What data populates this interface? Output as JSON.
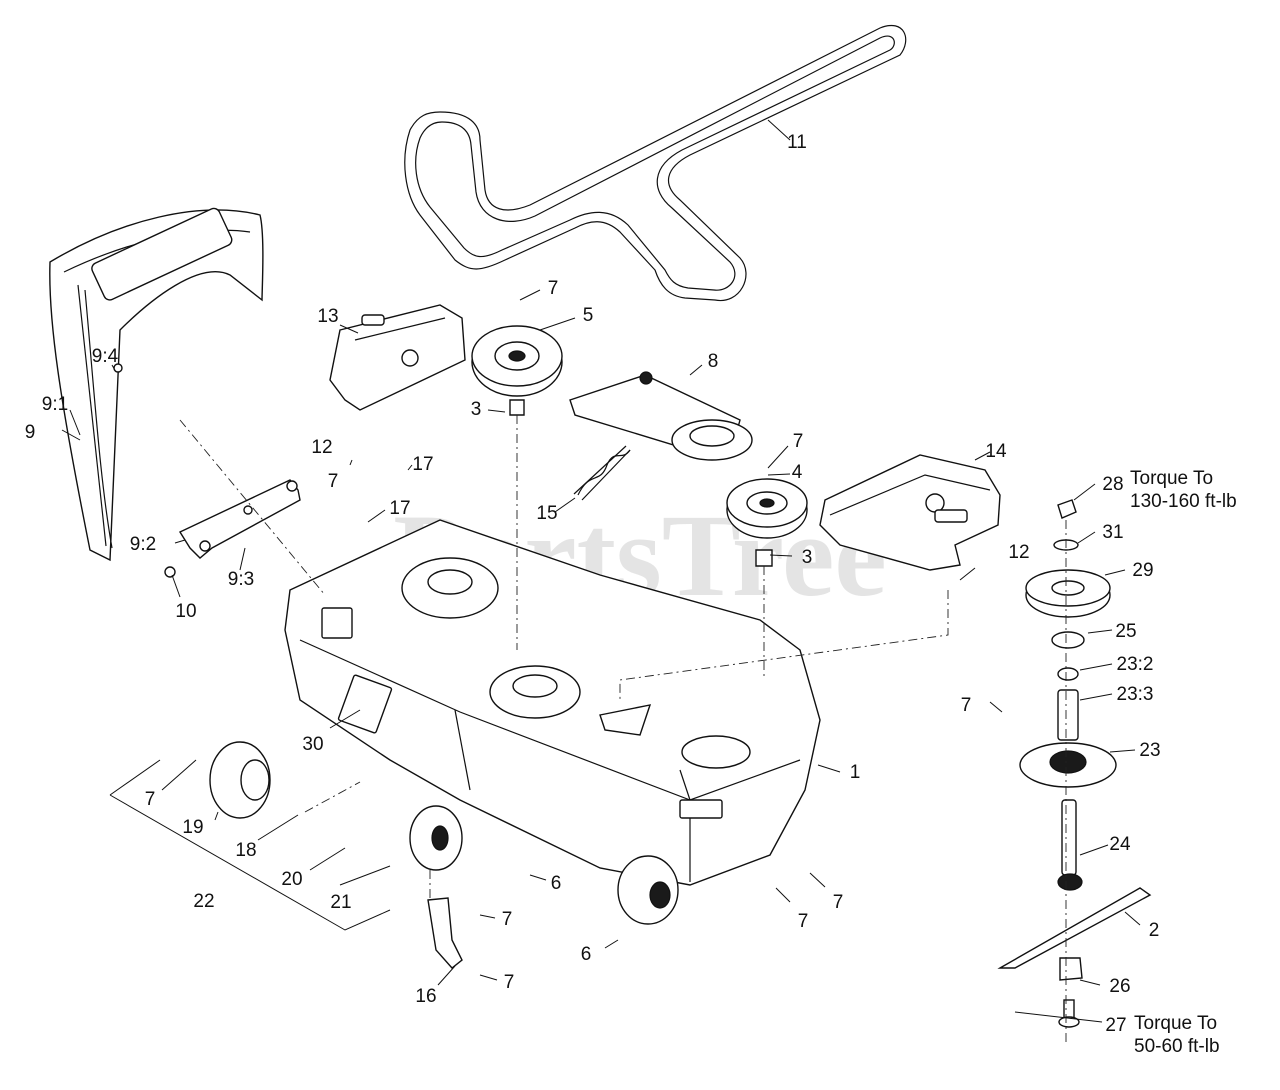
{
  "watermark": "PartsTree",
  "torque_notes": {
    "upper": {
      "line1": "Torque To",
      "line2": "130-160 ft-lb"
    },
    "lower": {
      "line1": "Torque To",
      "line2": "50-60 ft-lb"
    }
  },
  "callouts": [
    {
      "id": "c11",
      "label": "11"
    },
    {
      "id": "c13",
      "label": "13"
    },
    {
      "id": "c7a",
      "label": "7"
    },
    {
      "id": "c5",
      "label": "5"
    },
    {
      "id": "c9_4",
      "label": "9:4"
    },
    {
      "id": "c8",
      "label": "8"
    },
    {
      "id": "c9_1",
      "label": "9:1"
    },
    {
      "id": "c9",
      "label": "9"
    },
    {
      "id": "c3a",
      "label": "3"
    },
    {
      "id": "c12a",
      "label": "12"
    },
    {
      "id": "c7b",
      "label": "7"
    },
    {
      "id": "c17a",
      "label": "17"
    },
    {
      "id": "c14",
      "label": "14"
    },
    {
      "id": "c7c",
      "label": "7"
    },
    {
      "id": "c4",
      "label": "4"
    },
    {
      "id": "c28",
      "label": "28"
    },
    {
      "id": "c17b",
      "label": "17"
    },
    {
      "id": "c15",
      "label": "15"
    },
    {
      "id": "c9_2",
      "label": "9:2"
    },
    {
      "id": "c31",
      "label": "31"
    },
    {
      "id": "c3b",
      "label": "3"
    },
    {
      "id": "c12b",
      "label": "12"
    },
    {
      "id": "c29",
      "label": "29"
    },
    {
      "id": "c9_3",
      "label": "9:3"
    },
    {
      "id": "c10",
      "label": "10"
    },
    {
      "id": "c25",
      "label": "25"
    },
    {
      "id": "c23_2",
      "label": "23:2"
    },
    {
      "id": "c23_3",
      "label": "23:3"
    },
    {
      "id": "c7d",
      "label": "7"
    },
    {
      "id": "c30",
      "label": "30"
    },
    {
      "id": "c23",
      "label": "23"
    },
    {
      "id": "c1",
      "label": "1"
    },
    {
      "id": "c7e",
      "label": "7"
    },
    {
      "id": "c19",
      "label": "19"
    },
    {
      "id": "c24",
      "label": "24"
    },
    {
      "id": "c18",
      "label": "18"
    },
    {
      "id": "c20",
      "label": "20"
    },
    {
      "id": "c6a",
      "label": "6"
    },
    {
      "id": "c22",
      "label": "22"
    },
    {
      "id": "c21",
      "label": "21"
    },
    {
      "id": "c7f",
      "label": "7"
    },
    {
      "id": "c7g",
      "label": "7"
    },
    {
      "id": "c7h",
      "label": "7"
    },
    {
      "id": "c2",
      "label": "2"
    },
    {
      "id": "c6b",
      "label": "6"
    },
    {
      "id": "c16",
      "label": "16"
    },
    {
      "id": "c7i",
      "label": "7"
    },
    {
      "id": "c26",
      "label": "26"
    },
    {
      "id": "c27",
      "label": "27"
    }
  ]
}
